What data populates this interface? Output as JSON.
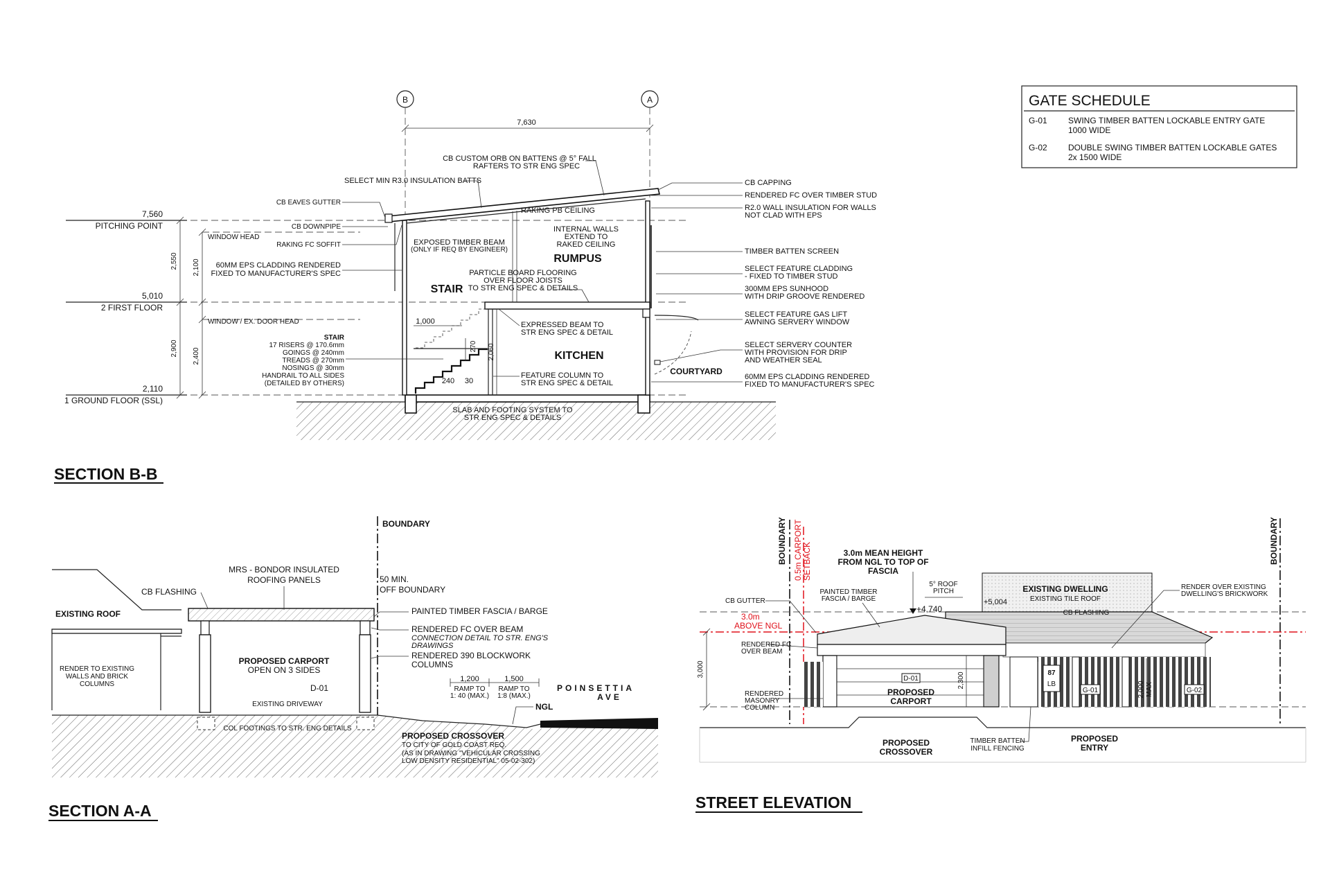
{
  "gate_schedule": {
    "title": "GATE SCHEDULE",
    "rows": [
      {
        "code": "G-01",
        "line1": "SWING TIMBER BATTEN LOCKABLE ENTRY GATE",
        "line2": "1000 WIDE"
      },
      {
        "code": "G-02",
        "line1": "DOUBLE SWING TIMBER BATTEN LOCKABLE GATES",
        "line2": "2x 1500 WIDE"
      }
    ]
  },
  "section_bb": {
    "title": "SECTION B-B",
    "grid_b": "B",
    "grid_a": "A",
    "overall_dim": "7,630",
    "levels": [
      {
        "value": "7,560",
        "name": "PITCHING POINT"
      },
      {
        "value": "5,010",
        "name": "2 FIRST FLOOR"
      },
      {
        "value": "2,110",
        "name": "1 GROUND FLOOR (SSL)"
      }
    ],
    "dims": {
      "upper_total": "2,550",
      "upper_window": "2,100",
      "lower_total": "2,900",
      "lower_window": "2,400",
      "stair_run": "1,000",
      "stair_rise": "270",
      "stair_height": "2,060",
      "going": "240",
      "nosing": "30"
    },
    "rooms": {
      "stair": "STAIR",
      "rumpus": "RUMPUS",
      "kitchen": "KITCHEN",
      "courtyard": "COURTYARD"
    },
    "notes_left": {
      "eaves_gutter": "CB EAVES GUTTER",
      "downpipe": "CB DOWNPIPE",
      "soffit": "RAKING FC SOFFIT",
      "window_head": "WINDOW HEAD",
      "eps1": "60MM EPS CLADDING RENDERED",
      "eps2": "FIXED TO MANUFACTURER'S SPEC",
      "window_door_head": "WINDOW / EX. DOOR HEAD",
      "stair_title": "STAIR",
      "stair_l1": "17 RISERS @ 170.6mm",
      "stair_l2": "GOINGS @ 240mm",
      "stair_l3": "TREADS @ 270mm",
      "stair_l4": "NOSINGS @ 30mm",
      "stair_l5": "HANDRAIL TO ALL SIDES",
      "stair_l6": "(DETAILED BY OTHERS)"
    },
    "notes_center": {
      "roof1": "CB CUSTOM ORB ON BATTENS @ 5° FALL",
      "roof2": "RAFTERS TO STR ENG SPEC",
      "insulation": "SELECT MIN R3.0 INSULATION BATTS",
      "raking_ceiling": "RAKING PB CEILING",
      "internal1": "INTERNAL WALLS",
      "internal2": "EXTEND TO",
      "internal3": "RAKED CEILING",
      "beam1": "EXPOSED TIMBER BEAM",
      "beam2": "(ONLY IF REQ BY ENGINEER)",
      "floor1": "PARTICLE BOARD FLOORING",
      "floor2": "OVER FLOOR JOISTS",
      "floor3": "TO STR ENG SPEC & DETAILS",
      "expressed1": "EXPRESSED BEAM TO",
      "expressed2": "STR ENG SPEC & DETAIL",
      "column1": "FEATURE COLUMN TO",
      "column2": "STR ENG SPEC & DETAIL",
      "slab1": "SLAB AND FOOTING SYSTEM TO",
      "slab2": "STR ENG SPEC & DETAILS"
    },
    "notes_right": [
      {
        "line1": "CB CAPPING",
        "line2": ""
      },
      {
        "line1": "RENDERED FC OVER TIMBER STUD",
        "line2": ""
      },
      {
        "line1": "R2.0 WALL INSULATION FOR WALLS",
        "line2": "NOT CLAD WITH EPS"
      },
      {
        "line1": "TIMBER BATTEN SCREEN",
        "line2": ""
      },
      {
        "line1": "SELECT FEATURE CLADDING",
        "line2": "- FIXED TO TIMBER STUD"
      },
      {
        "line1": "300MM EPS SUNHOOD",
        "line2": "WITH DRIP GROOVE RENDERED"
      },
      {
        "line1": "SELECT FEATURE GAS LIFT",
        "line2": "AWNING SERVERY WINDOW"
      },
      {
        "line1": "SELECT SERVERY COUNTER",
        "line2": "WITH PROVISION FOR DRIP",
        "line3": "AND WEATHER SEAL"
      },
      {
        "line1": "60MM EPS CLADDING RENDERED",
        "line2": "FIXED TO MANUFACTURER'S SPEC"
      }
    ]
  },
  "section_aa": {
    "title": "SECTION A-A",
    "boundary": "BOUNDARY",
    "roofing1": "MRS - BONDOR INSULATED",
    "roofing2": "ROOFING PANELS",
    "flashing": "CB FLASHING",
    "existing_roof": "EXISTING ROOF",
    "render1": "RENDER TO EXISTING",
    "render2": "WALLS AND BRICK",
    "render3": "COLUMNS",
    "carport1": "PROPOSED CARPORT",
    "carport2": "OPEN ON 3 SIDES",
    "door_tag": "D-01",
    "driveway": "EXISTING DRIVEWAY",
    "footings": "COL FOOTINGS TO STR. ENG DETAILS",
    "min1": "50 MIN.",
    "min2": "OFF BOUNDARY",
    "fascia": "PAINTED TIMBER FASCIA / BARGE",
    "fc_beam": "RENDERED FC OVER BEAM",
    "connection1": "CONNECTION DETAIL TO STR. ENG'S",
    "connection2": "DRAWINGS",
    "block1": "RENDERED 390 BLOCKWORK",
    "block2": "COLUMNS",
    "ramp1_dim": "1,200",
    "ramp1_a": "RAMP TO",
    "ramp1_b": "1: 40 (MAX.)",
    "ramp2_dim": "1,500",
    "ramp2_a": "RAMP TO",
    "ramp2_b": "1:8 (MAX.)",
    "street1": "POINSETTIA",
    "street2": "AVE",
    "ngl": "NGL",
    "crossover1": "PROPOSED CROSSOVER",
    "crossover2": "TO CITY OF GOLD COAST REQ.",
    "crossover3": "(AS IN DRAWING \"VEHICULAR CROSSING",
    "crossover4": "LOW DENSITY RESIDENTIAL\" 05-02-302)"
  },
  "street_elevation": {
    "title": "STREET ELEVATION",
    "boundary_left": "BOUNDARY",
    "boundary_right": "BOUNDARY",
    "setback1": "0.5m CARPORT",
    "setback2": "SETBACK",
    "mean1": "3.0m MEAN HEIGHT",
    "mean2": "FROM NGL TO TOP OF",
    "mean3": "FASCIA",
    "pitch1": "5° ROOF",
    "pitch2": "PITCH",
    "level_4740": "+4,740",
    "level_5004": "+5,004",
    "gutter": "CB GUTTER",
    "fascia1": "PAINTED TIMBER",
    "fascia2": "FASCIA / BARGE",
    "above1": "3.0m",
    "above2": "ABOVE NGL",
    "fc1": "RENDERED FC",
    "fc2": "OVER BEAM",
    "masonry1": "RENDERED",
    "masonry2": "MASONRY",
    "masonry3": "COLUMN",
    "dim_3000": "3,000",
    "dim_2300": "2,300",
    "dim_2000": "2,000",
    "max": "MAX",
    "dwelling1": "EXISTING DWELLING",
    "dwelling2": "EXISTING TILE ROOF",
    "cb_flashing": "CB FLASHING",
    "render1": "RENDER OVER EXISTING",
    "render2": "DWELLING'S BRICKWORK",
    "door_tag": "D-01",
    "carport1": "PROPOSED",
    "carport2": "CARPORT",
    "gate1": "G-01",
    "gate2": "G-02",
    "letterbox_num": "87",
    "letterbox": "LB",
    "crossover1": "PROPOSED",
    "crossover2": "CROSSOVER",
    "infill1": "TIMBER BATTEN",
    "infill2": "INFILL FENCING",
    "entry1": "PROPOSED",
    "entry2": "ENTRY"
  }
}
